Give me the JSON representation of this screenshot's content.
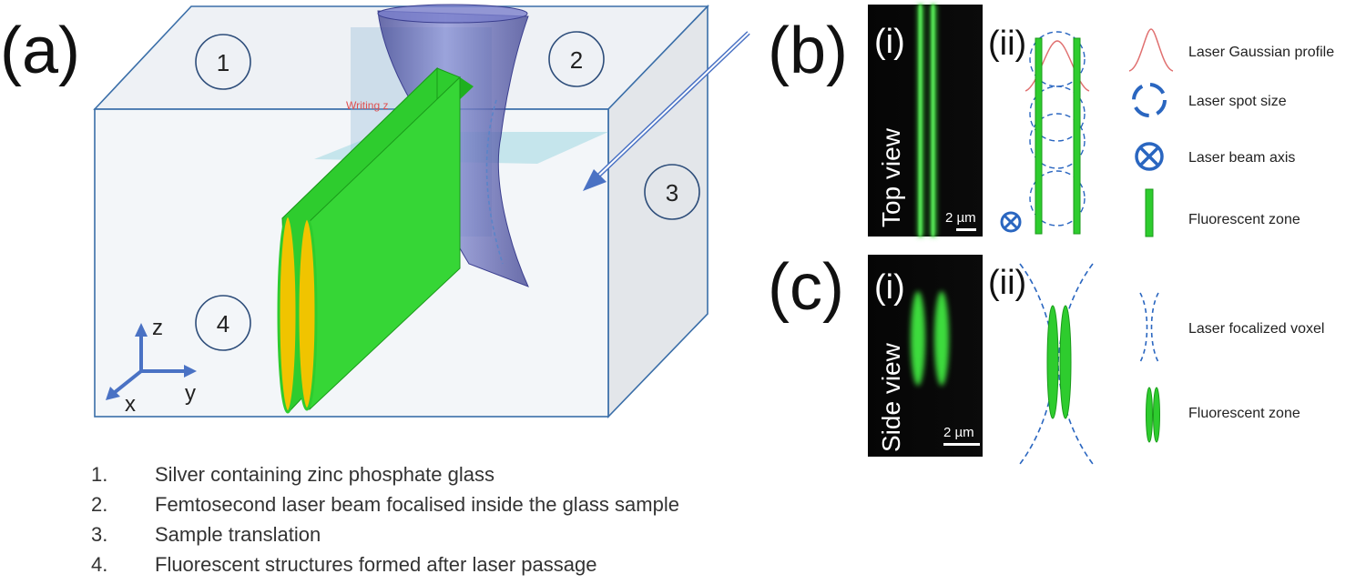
{
  "panels": {
    "a": "(a)",
    "b": "(b)",
    "c": "(c)",
    "b_i": "(i)",
    "b_ii": "(ii)",
    "c_i": "(i)",
    "c_ii": "(ii)"
  },
  "diagram": {
    "circle_labels": [
      "1",
      "2",
      "3",
      "4"
    ],
    "axes": {
      "x": "x",
      "y": "y",
      "z": "z"
    },
    "writing_label": "Writing z",
    "colors": {
      "box_edge": "#3a6ea8",
      "box_fill": "#e8ecf1",
      "beam": "#5960a8",
      "fluorescent": "#2ecc2e",
      "fluorescent_edge": "#f0c400",
      "laser_arrow": "#4a72c4",
      "gaussian": "#e07070",
      "spot_dash": "#2a66c0"
    }
  },
  "micrographs": {
    "top_view_label": "Top view",
    "side_view_label": "Side view",
    "scale_top": "2 µm",
    "scale_side": "2 µm"
  },
  "legend_b": [
    {
      "icon": "gaussian-profile-icon",
      "label": "Laser Gaussian profile"
    },
    {
      "icon": "laser-spot-icon",
      "label": "Laser spot size"
    },
    {
      "icon": "beam-axis-icon",
      "label": "Laser beam axis"
    },
    {
      "icon": "fluorescent-zone-icon",
      "label": "Fluorescent zone"
    }
  ],
  "legend_c": [
    {
      "icon": "voxel-icon",
      "label": "Laser focalized voxel"
    },
    {
      "icon": "fluorescent-ellipse-icon",
      "label": "Fluorescent zone"
    }
  ],
  "caption": [
    {
      "num": "1.",
      "text": "Silver containing zinc phosphate glass"
    },
    {
      "num": "2.",
      "text": "Femtosecond laser beam focalised inside the glass sample"
    },
    {
      "num": "3.",
      "text": "Sample translation"
    },
    {
      "num": "4.",
      "text": "Fluorescent structures formed after  laser passage"
    }
  ]
}
